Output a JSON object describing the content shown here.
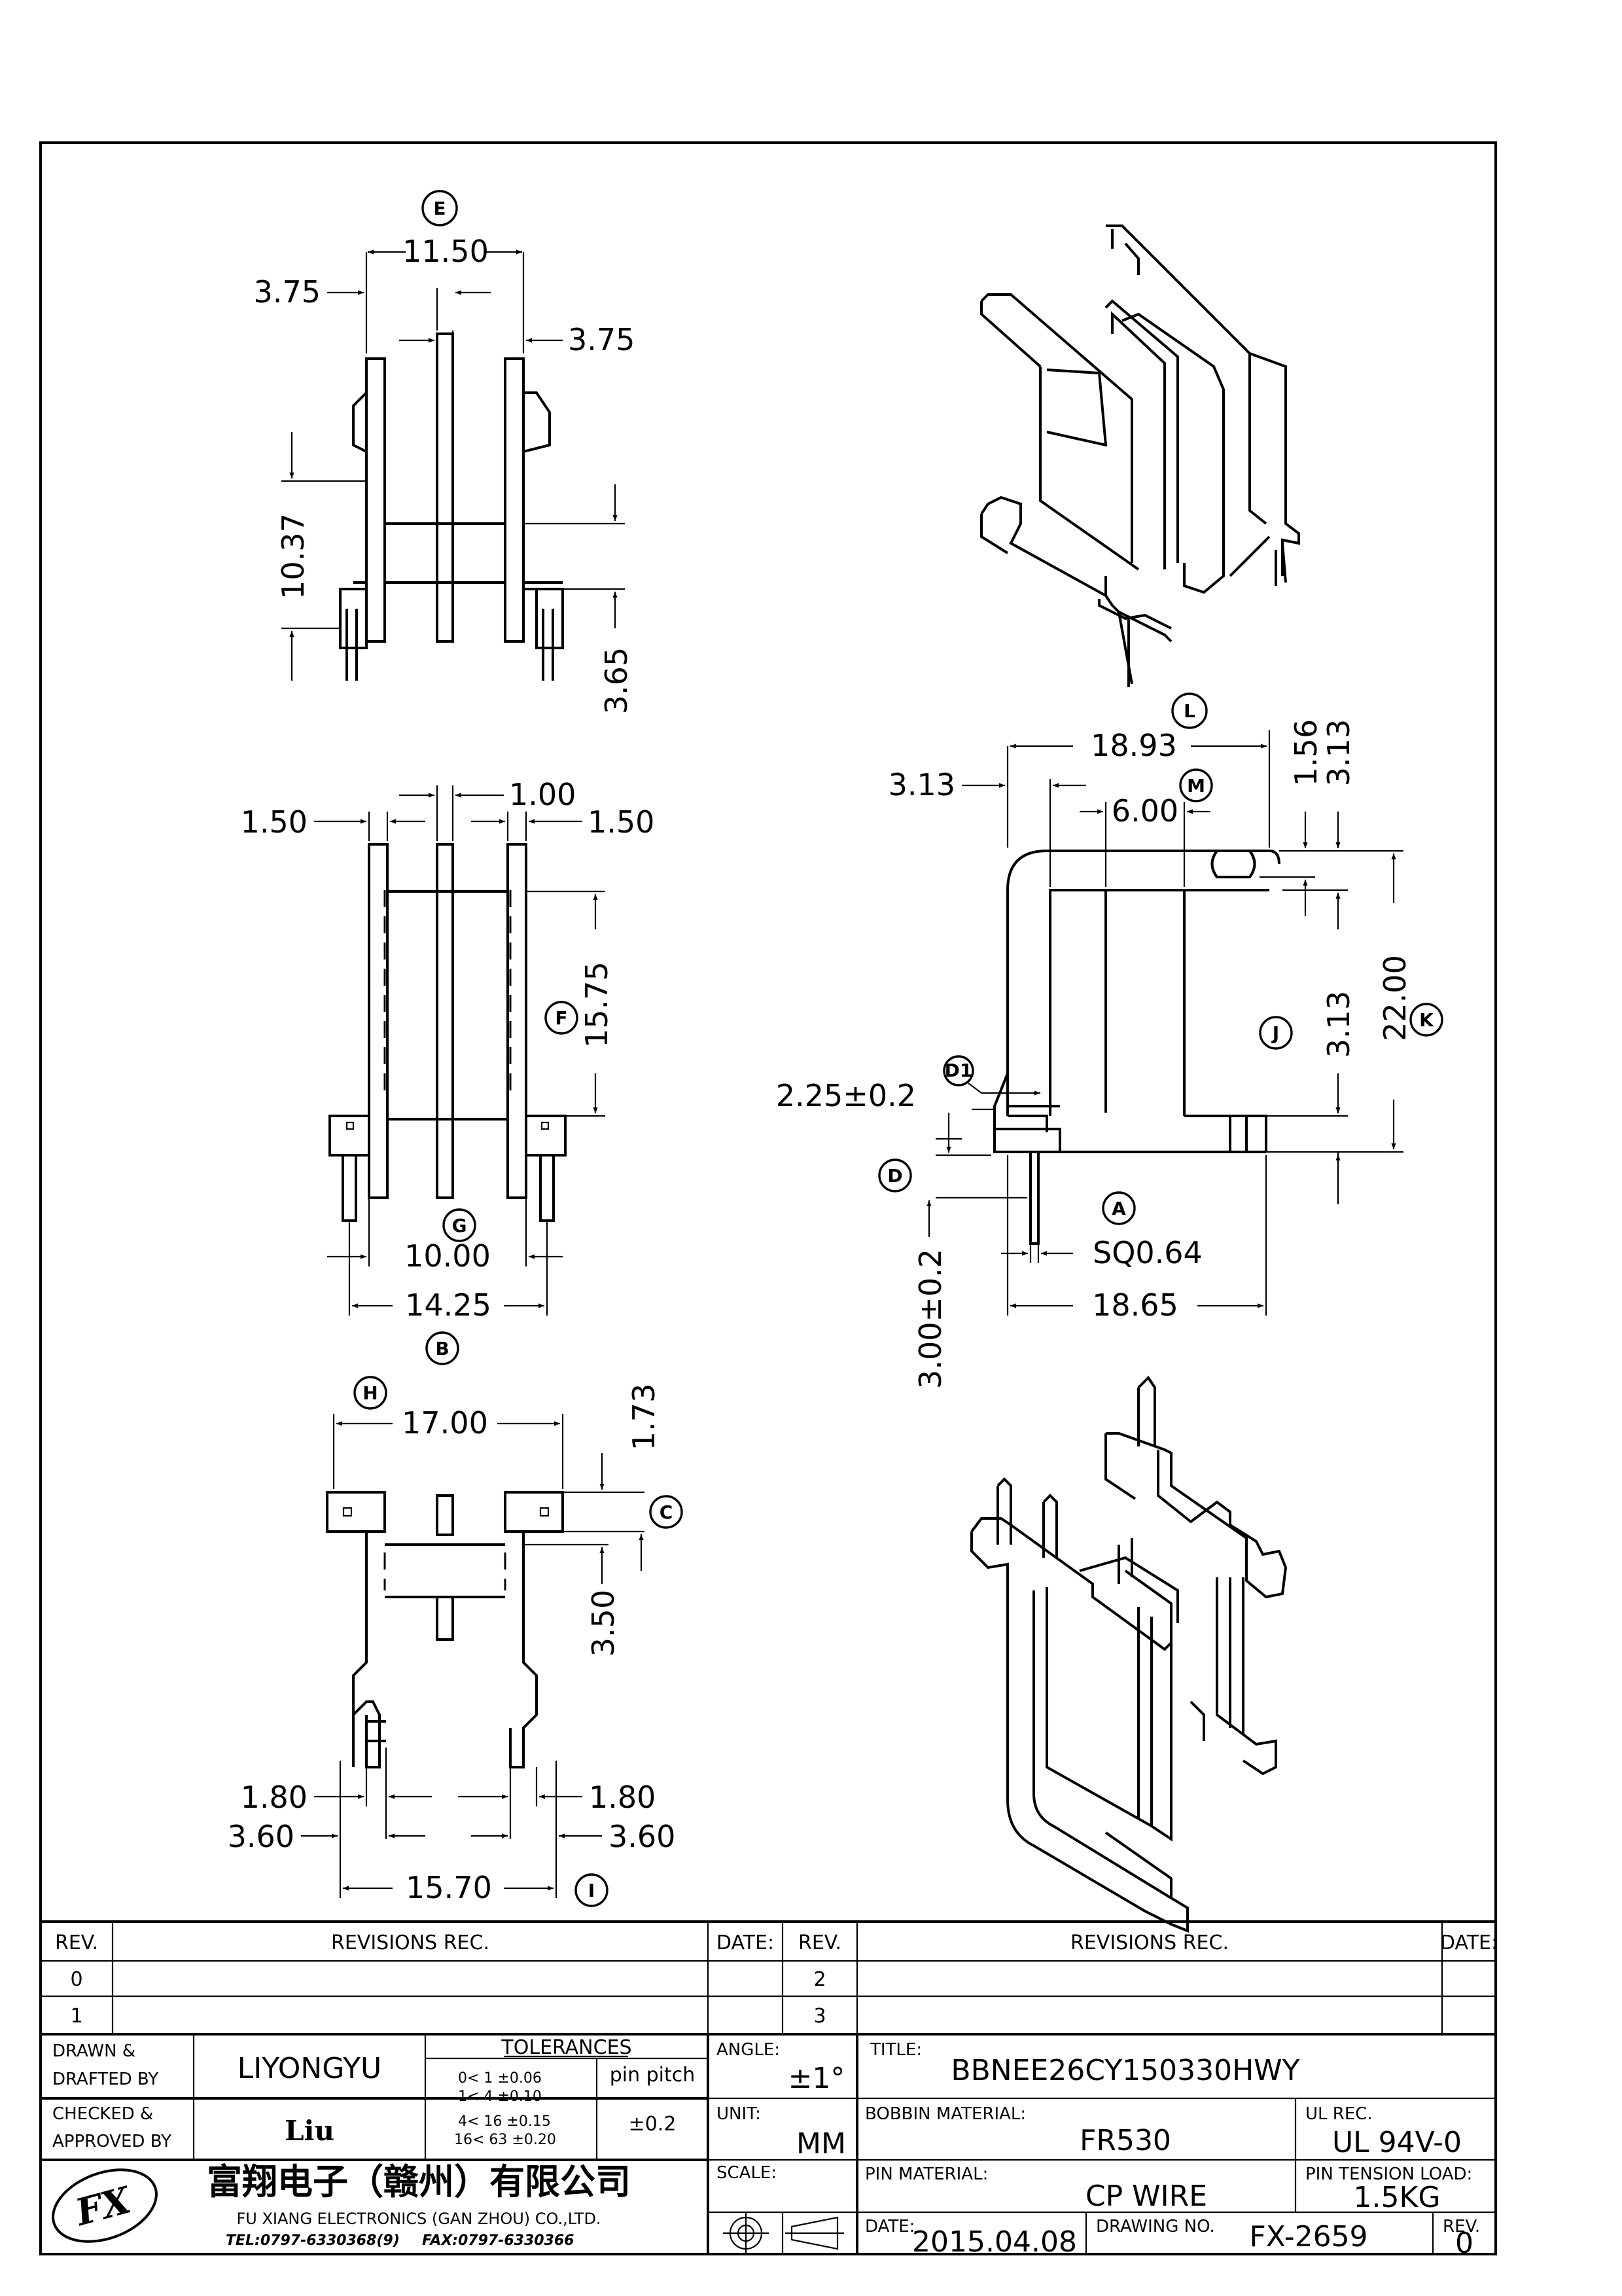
{
  "views": {
    "e": {
      "label": "E",
      "top_width": "11.50",
      "left_offset": "3.75",
      "right_offset": "3.75",
      "height": "10.37",
      "pin_length": "3.65"
    },
    "f": {
      "label": "F",
      "label_g": "G",
      "label_b": "B",
      "left_wall": "1.50",
      "center_wall": "1.00",
      "right_wall": "1.50",
      "height": "15.75",
      "inner_width": "10.00",
      "outer_width": "14.25"
    },
    "h": {
      "label": "H",
      "label_c": "C",
      "label_i": "I",
      "width": "17.00",
      "c_height": "1.73",
      "slot_depth": "3.50",
      "left_tab": "1.80",
      "left_pin": "3.60",
      "right_tab": "1.80",
      "right_pin": "3.60",
      "pin_span": "15.70"
    },
    "l": {
      "label_l": "L",
      "label_m": "M",
      "label_j": "J",
      "label_k": "K",
      "label_d1": "D1",
      "label_d": "D",
      "label_a": "A",
      "left_offset": "3.13",
      "width": "18.93",
      "slot_w": "1.56",
      "slot_h": "3.13",
      "inner": "6.00",
      "j_height": "3.13",
      "k_height": "22.00",
      "d1": "2.25±0.2",
      "pin_sq": "SQ0.64",
      "pin_length": "3.00±0.2",
      "base_width": "18.65"
    }
  },
  "revision_block": {
    "rev_header": "REV.",
    "revisions_header": "REVISIONS  REC.",
    "date_header": "DATE:",
    "rows_left": [
      "0",
      "1"
    ],
    "rows_right": [
      "2",
      "3"
    ]
  },
  "title_block": {
    "drawn_label_1": "DRAWN &",
    "drawn_label_2": "DRAFTED BY",
    "drawn_value": "LIYONGYU",
    "checked_label_1": "CHECKED &",
    "checked_label_2": "APPROVED BY",
    "checked_value": "Liu",
    "tolerances_title": "TOLERANCES",
    "tolerances": [
      "0<  1   ±0.06",
      "1<  4   ±0.10",
      "4<  16  ±0.15",
      "16<  63  ±0.20"
    ],
    "pin_pitch_label": "pin pitch",
    "pin_pitch_value": "±0.2",
    "angle_label": "ANGLE:",
    "angle_value": "±1°",
    "unit_label": "UNIT:",
    "unit_value": "MM",
    "scale_label": "SCALE:",
    "title_label": "TITLE:",
    "title_value": "BBNEE26CY150330HWY",
    "bobbin_label": "BOBBIN MATERIAL:",
    "bobbin_value": "FR530",
    "ul_label": "UL REC.",
    "ul_value": "UL 94V-0",
    "pin_mat_label": "PIN MATERIAL:",
    "pin_mat_value": "CP WIRE",
    "tension_label": "PIN TENSION LOAD:",
    "tension_value": "1.5KG",
    "date_label": "DATE:",
    "date_value": "2015.04.08",
    "drawing_no_label": "DRAWING NO.",
    "drawing_no_value": "FX-2659",
    "rev_label": "REV.",
    "rev_value": "0",
    "company_cn": "富翔电子（赣州）有限公司",
    "company_en": "FU XIANG ELECTRONICS (GAN ZHOU) CO.,LTD.",
    "tel": "TEL:0797-6330368(9)",
    "fax": "FAX:0797-6330366"
  }
}
